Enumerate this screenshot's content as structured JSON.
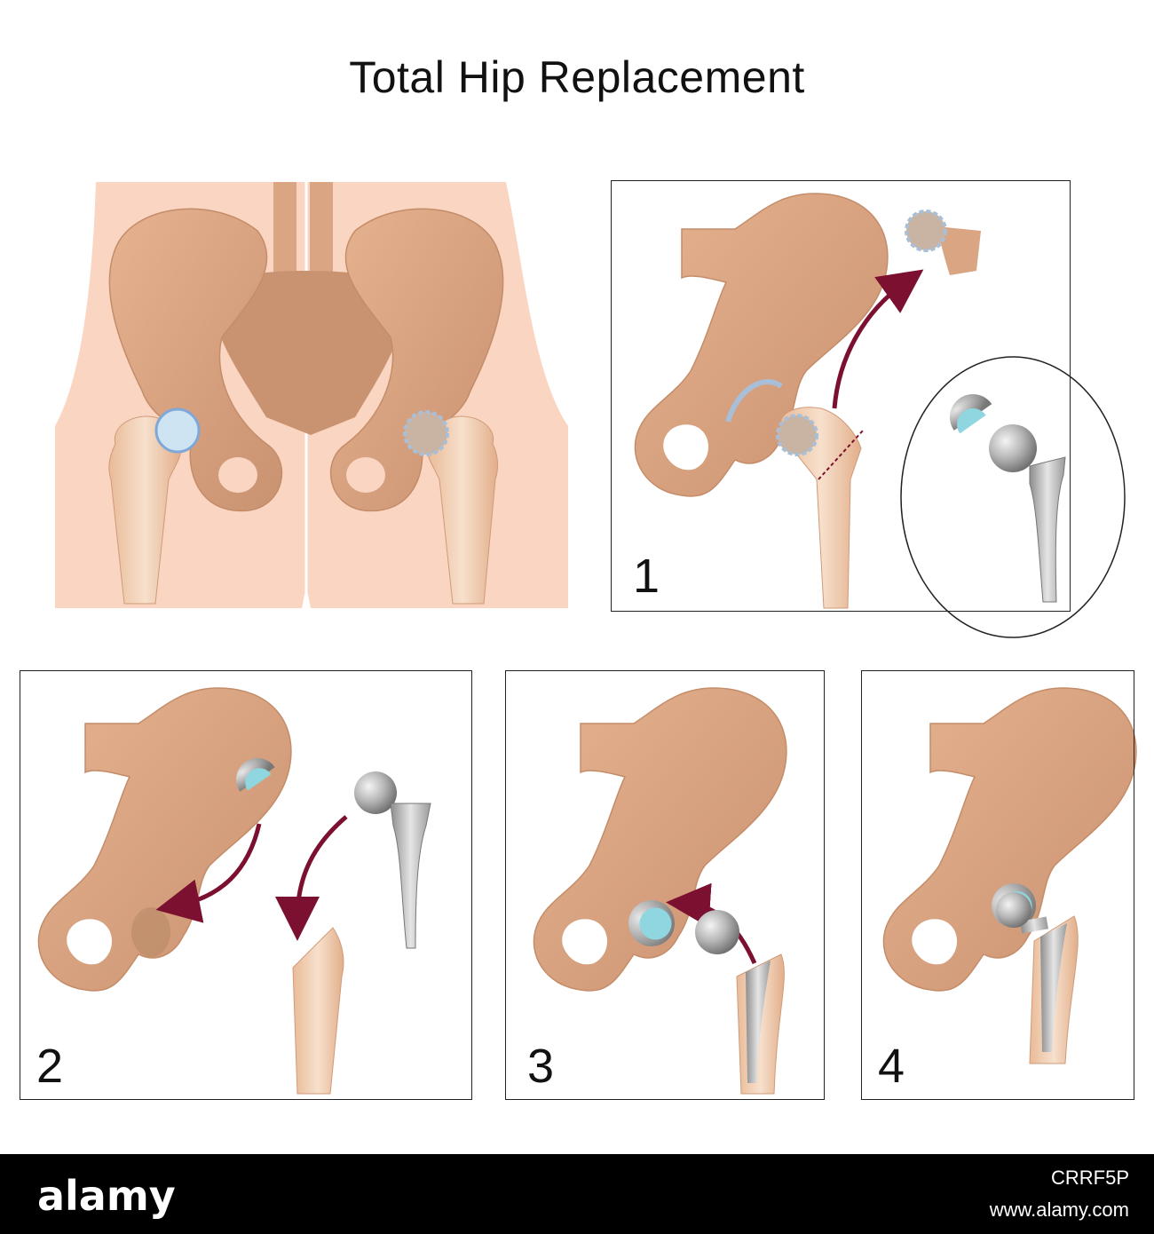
{
  "title": "Total Hip Replacement",
  "steps": [
    {
      "number": "1"
    },
    {
      "number": "2"
    },
    {
      "number": "3"
    },
    {
      "number": "4"
    }
  ],
  "footer": {
    "logo": "alamy",
    "image_id": "CRRF5P",
    "site": "www.alamy.com"
  },
  "colors": {
    "skin": "#f9d5c2",
    "bone": "#d9a583",
    "bone_light": "#efc6a6",
    "cartilage": "#8fd6e0",
    "implant": "#b9b9b9",
    "arrow": "#7b1030",
    "damaged": "#a9bfd8"
  }
}
